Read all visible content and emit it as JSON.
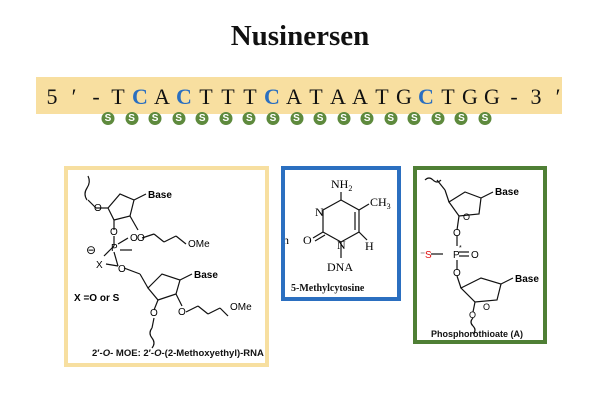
{
  "title": "Nusinersen",
  "sequence": {
    "chars": [
      "5",
      "′",
      "-",
      "T",
      "C",
      "A",
      "C",
      "T",
      "T",
      "T",
      "C",
      "A",
      "T",
      "A",
      "A",
      "T",
      "G",
      "C",
      "T",
      "G",
      "G",
      "-",
      "3",
      "′"
    ],
    "modified_flags": [
      false,
      false,
      false,
      false,
      true,
      false,
      true,
      false,
      false,
      false,
      true,
      false,
      false,
      false,
      false,
      false,
      false,
      true,
      false,
      false,
      false,
      false,
      false,
      false
    ],
    "linkage_label": "S",
    "linkage_count": 17
  },
  "colors": {
    "sequence_band": "#f8dfa0",
    "methyl_c": "#2a6fc0",
    "linkage_ball": "#5e8a3d",
    "moe_border": "#f7dfa0",
    "mc_border": "#2b6fc0",
    "ps_border": "#4f7f35",
    "sulfur": "#e01010"
  },
  "moe_panel": {
    "base_top": "Base",
    "base_bottom": "Base",
    "methoxy_top": "OMe",
    "methoxy_bottom": "OMe",
    "ring_o": "O",
    "linker_o": "O",
    "charge": "⊖",
    "p": "P",
    "x": "X",
    "x_legend": "X =O or S",
    "caption_a": "2′-",
    "caption_b": "O",
    "caption_c": "- MOE: 2′-",
    "caption_d": "O",
    "caption_e": "-(2-Methoxyethyl)-RNA"
  },
  "mc_panel": {
    "nh2": "NH",
    "nh2_sub": "2",
    "ch3": "CH",
    "ch3_sub": "3",
    "n3": "N",
    "n1": "N",
    "o2": "O",
    "h6": "H",
    "dna": "DNA",
    "cut_letter": "n",
    "caption": "5-Methylcytosine"
  },
  "ps_panel": {
    "base_top": "Base",
    "base_bottom": "Base",
    "s_minus": "S",
    "p": "P",
    "o_double": "O",
    "ring_o": "O",
    "caption": "Phosphorothioate (A)"
  }
}
